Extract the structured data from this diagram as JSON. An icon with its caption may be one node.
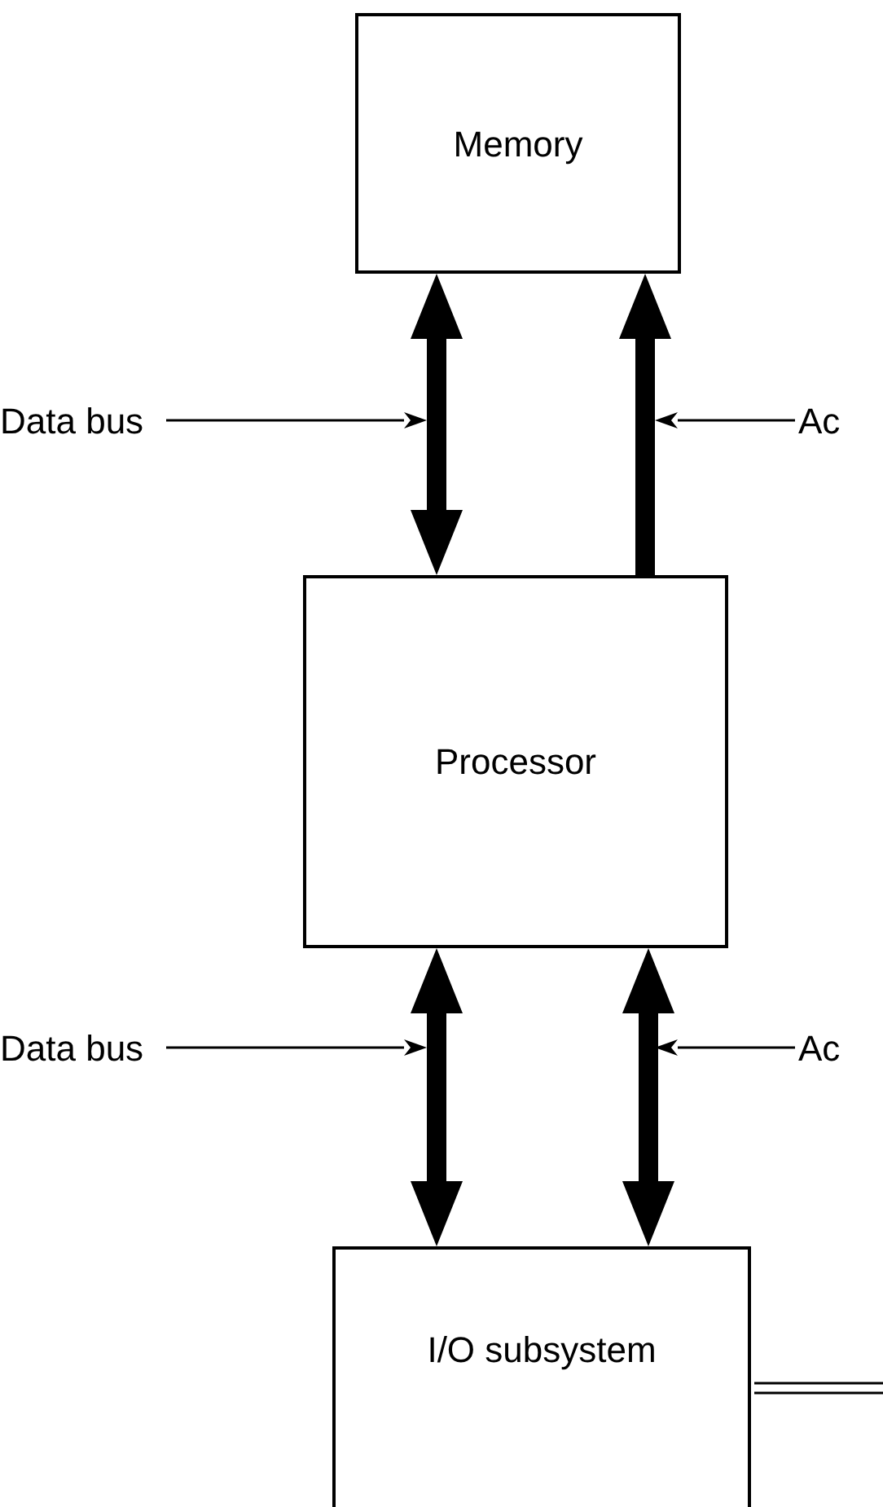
{
  "diagram": {
    "nodes": [
      {
        "text": [
          "Memory"
        ]
      },
      {
        "text": [
          "Processor"
        ]
      },
      {
        "text": [
          "I/O subsystem"
        ]
      },
      {
        "text": [
          "Data bus"
        ]
      },
      {
        "text": [
          "Ac"
        ]
      },
      {
        "text": [
          "Data bus"
        ]
      },
      {
        "text": [
          "Ac"
        ]
      }
    ],
    "edges": [
      {
        "from": 1,
        "to": 0,
        "arrow": "both",
        "style": "thick"
      },
      {
        "from": 1,
        "to": 0,
        "arrow": "to",
        "style": "thick"
      },
      {
        "from": 1,
        "to": 2,
        "arrow": "both",
        "style": "thick"
      },
      {
        "from": 1,
        "to": 2,
        "arrow": "both",
        "style": "thick"
      },
      {
        "from": 3,
        "to": null,
        "arrow": "to"
      },
      {
        "from": 4,
        "to": null,
        "arrow": "to"
      },
      {
        "from": 5,
        "to": null,
        "arrow": "to"
      },
      {
        "from": 6,
        "to": null,
        "arrow": "to"
      },
      {
        "from": 2,
        "to": null,
        "arrow": "none"
      }
    ]
  }
}
